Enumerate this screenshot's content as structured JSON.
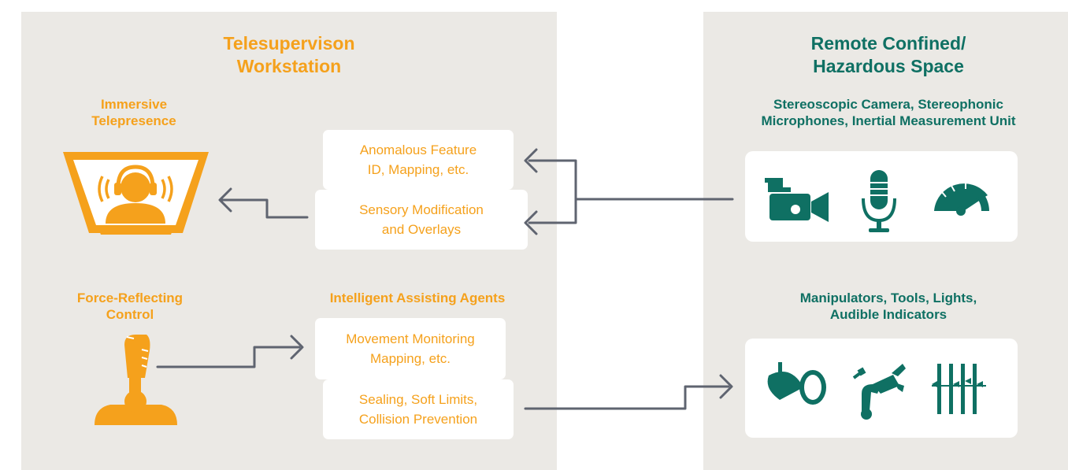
{
  "left_panel": {
    "title_line1": "Telesupervison",
    "title_line2": "Workstation",
    "immersive_line1": "Immersive",
    "immersive_line2": "Telepresence",
    "force_line1": "Force-Reflecting",
    "force_line2": "Control",
    "agents_heading": "Intelligent Assisting Agents",
    "boxes": {
      "anomalous_line1": "Anomalous Feature",
      "anomalous_line2": "ID, Mapping, etc.",
      "sensory_line1": "Sensory Modification",
      "sensory_line2": "and Overlays",
      "movement_line1": "Movement Monitoring",
      "movement_line2": "Mapping, etc.",
      "sealing_line1": "Sealing, Soft Limits,",
      "sealing_line2": "Collision Prevention"
    }
  },
  "right_panel": {
    "title_line1": "Remote Confined/",
    "title_line2": "Hazardous Space",
    "sensors_line1": "Stereoscopic Camera, Stereophonic",
    "sensors_line2": "Microphones, Inertial Measurement Unit",
    "actuators_line1": "Manipulators, Tools, Lights,",
    "actuators_line2": "Audible Indicators",
    "sensor_icons": [
      "video-camera-icon",
      "microphone-icon",
      "gauge-icon"
    ],
    "actuator_icons": [
      "spotlight-icon",
      "robotic-arm-icon",
      "audible-indicator-icon"
    ]
  },
  "colors": {
    "orange": "#f5a11c",
    "green": "#0f7063",
    "panel": "#ebe9e5",
    "connector": "#5f6470"
  }
}
